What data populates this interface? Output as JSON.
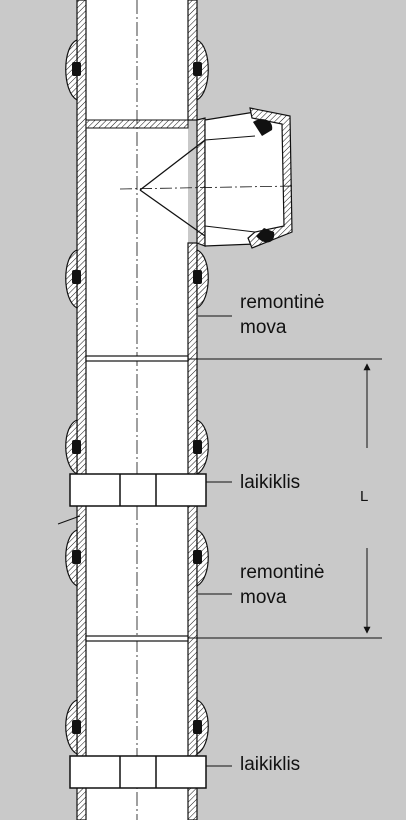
{
  "colors": {
    "background": "#c9c9c9",
    "pipe_fill": "#ffffff",
    "line": "#111111"
  },
  "labels": {
    "sleeve_top": {
      "line1": "remontinė",
      "line2": "mova"
    },
    "clamp_top": "laikiklis",
    "length_symbol": "L",
    "sleeve_bottom": {
      "line1": "remontinė",
      "line2": "mova"
    },
    "clamp_bottom": "laikiklis"
  }
}
